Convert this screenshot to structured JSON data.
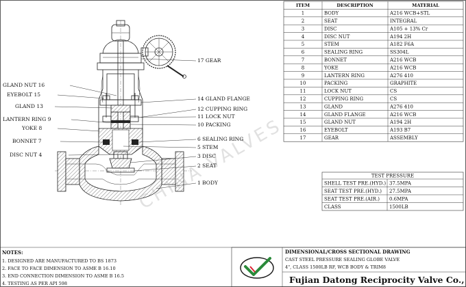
{
  "labels_left": [
    {
      "text": "GLAND NUT 16"
    },
    {
      "text": "EYEBOLT 15"
    },
    {
      "text": "GLAND 13"
    },
    {
      "text": "LANTERN RING 9"
    },
    {
      "text": "YOKE 8"
    },
    {
      "text": "BONNET 7"
    },
    {
      "text": "DISC NUT 4"
    }
  ],
  "labels_right": [
    {
      "text": "17 GEAR"
    },
    {
      "text": "14 GLAND FLANGE"
    },
    {
      "text": "12 CUPPING RING"
    },
    {
      "text": "11 LOCK NUT"
    },
    {
      "text": "10 PACKING"
    },
    {
      "text": "6 SEALING RING"
    },
    {
      "text": "5 STEM"
    },
    {
      "text": "3 DISC"
    },
    {
      "text": "2 SEAT"
    },
    {
      "text": "1 BODY"
    }
  ],
  "parts_table": {
    "headers": [
      "ITEM",
      "DESCRIPTION",
      "MATERIAL"
    ],
    "rows": [
      [
        "1",
        "BODY",
        "A216 WCB+STL"
      ],
      [
        "2",
        "SEAT",
        "INTEGRAL"
      ],
      [
        "3",
        "DISC",
        "A105 + 13% Cr"
      ],
      [
        "4",
        "DISC NUT",
        "A194 2H"
      ],
      [
        "5",
        "STEM",
        "A182 F6A"
      ],
      [
        "6",
        "SEALING RING",
        "SS304L"
      ],
      [
        "7",
        "BONNET",
        "A216 WCB"
      ],
      [
        "8",
        "YOKE",
        "A216 WCB"
      ],
      [
        "9",
        "LANTERN RING",
        "A276 410"
      ],
      [
        "10",
        "PACKING",
        "GRAPHITE"
      ],
      [
        "11",
        "LOCK NUT",
        "CS"
      ],
      [
        "12",
        "CUPPING RING",
        "CS"
      ],
      [
        "13",
        "GLAND",
        "A276 410"
      ],
      [
        "14",
        "GLAND FLANGE",
        "A216 WCB"
      ],
      [
        "15",
        "GLAND NUT",
        "A194 2H"
      ],
      [
        "16",
        "EYEBOLT",
        "A193 B7"
      ],
      [
        "17",
        "GEAR",
        "ASSEMBLY"
      ]
    ]
  },
  "test_pressure": {
    "title": "TEST PRESSURE",
    "rows": [
      [
        "SHELL TEST PRE.(HYD.)",
        "37.5MPA"
      ],
      [
        "SEAT TEST PRE.(HYD.)",
        "27.5MPA"
      ],
      [
        "SEAT TEST PRE.(AIR.)",
        "0.6MPA"
      ],
      [
        "CLASS",
        "1500LB"
      ]
    ]
  },
  "notes": {
    "title": "NOTES:",
    "items": [
      "1. DESIGNED ARE MANUFACTURED TO BS 1873",
      "2. FACE TO FACE DIMENSION TO ASME B 16.10",
      "3. END CONNECTION DIMENSION TO ASME B 16.5",
      "4. TESTING AS PER API 598"
    ]
  },
  "title_block": {
    "heading": "DIMENSIONAL/CROSS SECTIONAL DRAWING",
    "line1": "CAST STEEL PRESSURE SEALING GLOBE VALVE",
    "line2": "4\", CLASS 1500LB RF, WCB BODY & TRIM8",
    "company": "Fujian Datong Reciprocity Valve Co., Ltd"
  },
  "watermark": "CHINA VALVES"
}
